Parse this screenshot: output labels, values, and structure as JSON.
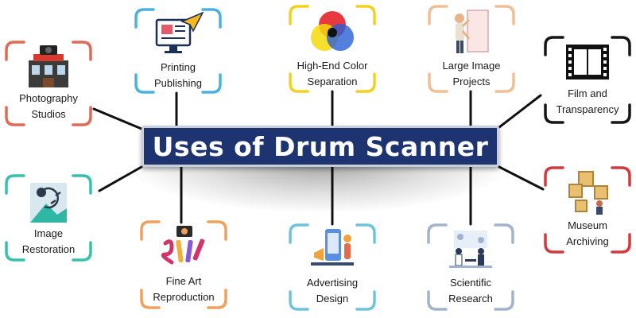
{
  "title": "Uses of Drum Scanner",
  "items": [
    {
      "id": "photography",
      "lines": [
        "Photography",
        "Studios"
      ],
      "color": "#e06a55"
    },
    {
      "id": "printing",
      "lines": [
        "Printing",
        "Publishing"
      ],
      "color": "#4ab3dc"
    },
    {
      "id": "color",
      "lines": [
        "High-End Color",
        "Separation"
      ],
      "color": "#f2d21d"
    },
    {
      "id": "large",
      "lines": [
        "Large Image",
        "Projects"
      ],
      "color": "#f0bf95"
    },
    {
      "id": "film",
      "lines": [
        "Film and",
        "Transparency"
      ],
      "color": "#151515"
    },
    {
      "id": "restoration",
      "lines": [
        "Image",
        "Restoration"
      ],
      "color": "#35c2ad"
    },
    {
      "id": "fineart",
      "lines": [
        "Fine Art",
        "Reproduction"
      ],
      "color": "#f0a05a"
    },
    {
      "id": "advertising",
      "lines": [
        "Advertising",
        "Design"
      ],
      "color": "#6ec4e0"
    },
    {
      "id": "scientific",
      "lines": [
        "Scientific",
        "Research"
      ],
      "color": "#9fb3cf"
    },
    {
      "id": "museum",
      "lines": [
        "Museum",
        "Archiving"
      ],
      "color": "#d23a3f"
    }
  ]
}
